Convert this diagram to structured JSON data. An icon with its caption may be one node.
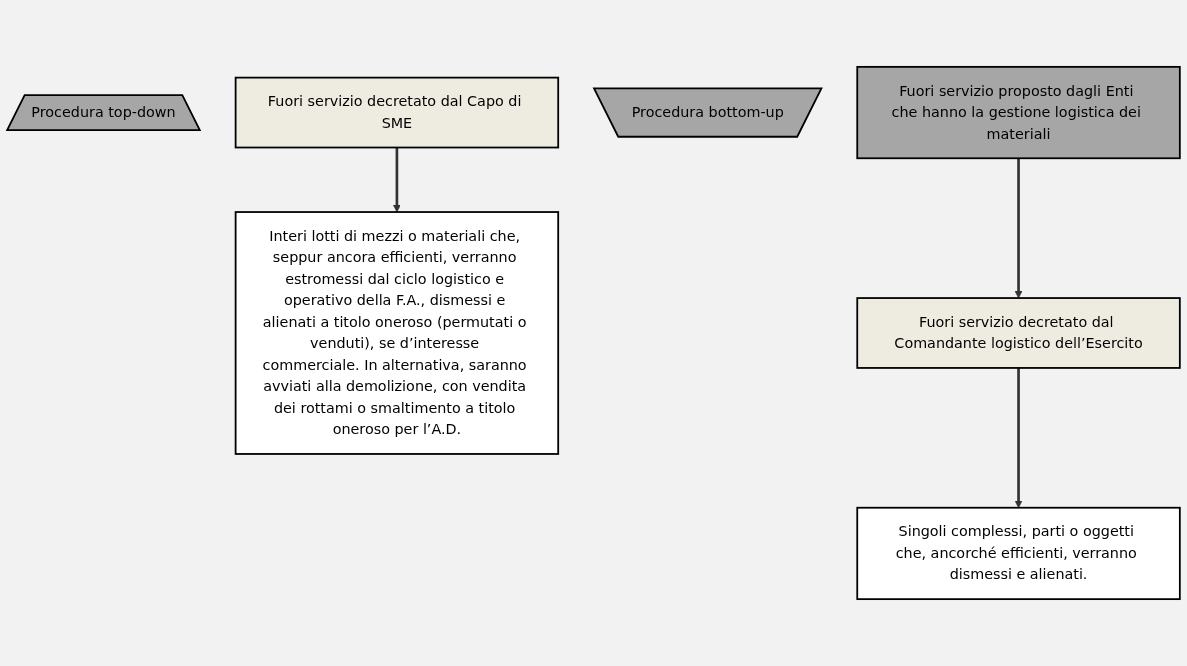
{
  "diagram": {
    "nodes": [
      {
        "text": [
          "Procedura top-down"
        ]
      },
      {
        "text": [
          "Fuori servizio decretato dal Capo di SME"
        ]
      },
      {
        "text": [
          "Interi lotti di mezzi o materiali che, seppur ancora efficienti, verranno estromessi dal ciclo logistico e operativo della F.A., dismessi e alienati a titolo oneroso (permutati o venduti), se d’interesse commerciale. In alternativa, saranno avviati alla demolizione, con vendita dei rottami o smaltimento a titolo oneroso per l’A.D."
        ]
      },
      {
        "text": [
          "Singoli complessi, parti o oggetti che, ancorché efficienti, verranno dismessi e alienati."
        ]
      },
      {
        "text": [
          "Fuori servizio decretato dal Comandante logistico dell’Esercito"
        ]
      },
      {
        "text": [
          "Procedura bottom-up"
        ]
      },
      {
        "text": [
          "Fuori servizio proposto dagli Enti che hanno la gestione logistica dei materiali"
        ]
      }
    ],
    "edges": [
      {
        "from": 1,
        "to": 2,
        "arrow": "to"
      },
      {
        "from": 4,
        "to": 3,
        "arrow": "to"
      },
      {
        "from": 6,
        "to": 4,
        "arrow": "to"
      }
    ]
  }
}
